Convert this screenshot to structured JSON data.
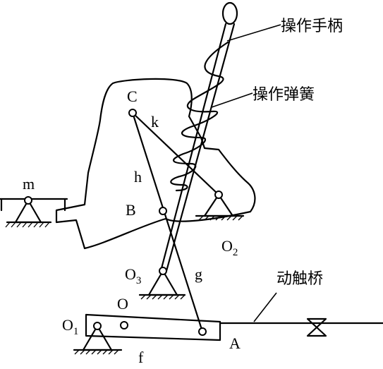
{
  "labels": {
    "handle": "操作手柄",
    "spring": "操作弹簧",
    "bridge": "动触桥",
    "C": "C",
    "k": "k",
    "h": "h",
    "B": "B",
    "m": "m",
    "O2": "O",
    "O2_sub": "2",
    "O3": "O",
    "O3_sub": "3",
    "g": "g",
    "O": "O",
    "O1": "O",
    "O1_sub": "1",
    "A": "A",
    "f": "f"
  }
}
